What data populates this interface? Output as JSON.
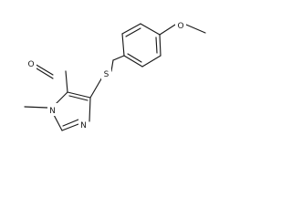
{
  "structure": {
    "atoms": {
      "aldehyde_o": "O",
      "thioether_s": "S",
      "ring_n1": "N",
      "ring_n3": "N",
      "methoxy_o": "O"
    }
  }
}
